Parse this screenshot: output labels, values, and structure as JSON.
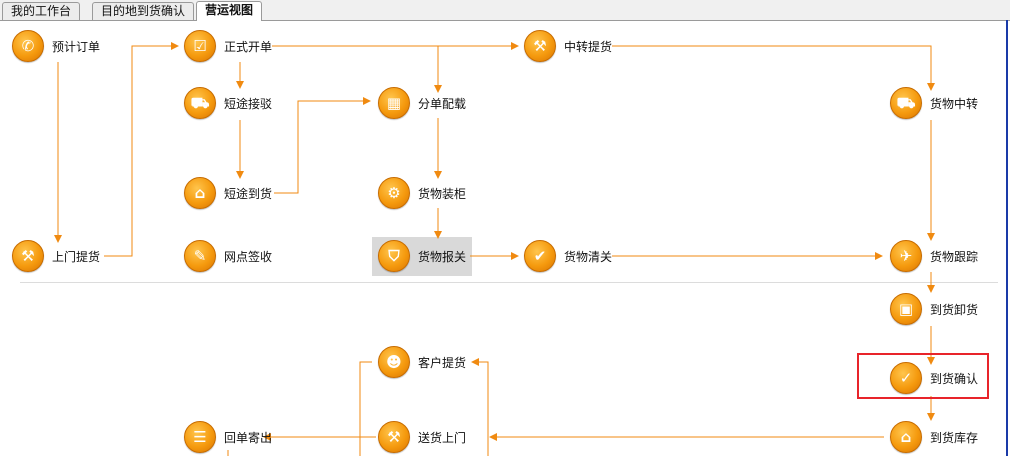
{
  "tabs": [
    {
      "label": "我的工作台"
    },
    {
      "label": "目的地到货确认"
    },
    {
      "label": "营运视图"
    }
  ],
  "active_tab": "营运视图",
  "flow": {
    "accent_color": "#f59a0e",
    "line_color": "#f08a10",
    "nodes": [
      {
        "id": "yuji",
        "label": "预计订单",
        "icon": "phone-icon"
      },
      {
        "id": "zhengshi",
        "label": "正式开单",
        "icon": "clipboard-check-icon"
      },
      {
        "id": "zhongzhuan_tihuo",
        "label": "中转提货",
        "icon": "porter-icon"
      },
      {
        "id": "duantu_jiebo",
        "label": "短途接驳",
        "icon": "truck-icon"
      },
      {
        "id": "fendan",
        "label": "分单配载",
        "icon": "conveyor-icon"
      },
      {
        "id": "huowu_zhongzhuan",
        "label": "货物中转",
        "icon": "delivery-icon"
      },
      {
        "id": "duantu_daohuo",
        "label": "短途到货",
        "icon": "warehouse-icon"
      },
      {
        "id": "zhuanggui",
        "label": "货物装柜",
        "icon": "forklift-icon"
      },
      {
        "id": "shangmen",
        "label": "上门提货",
        "icon": "porter-icon"
      },
      {
        "id": "wangdian",
        "label": "网点签收",
        "icon": "sign-document-icon"
      },
      {
        "id": "baoguan",
        "label": "货物报关",
        "icon": "shield-icon"
      },
      {
        "id": "qingguan",
        "label": "货物清关",
        "icon": "shield-check-icon"
      },
      {
        "id": "genzong",
        "label": "货物跟踪",
        "icon": "satellite-icon"
      },
      {
        "id": "xiehuo",
        "label": "到货卸货",
        "icon": "unload-box-icon"
      },
      {
        "id": "kehu_tihuo",
        "label": "客户提货",
        "icon": "user-icon"
      },
      {
        "id": "queren",
        "label": "到货确认",
        "icon": "box-check-icon"
      },
      {
        "id": "huidan",
        "label": "回单寄出",
        "icon": "document-send-icon"
      },
      {
        "id": "songhuo",
        "label": "送货上门",
        "icon": "porter-icon"
      },
      {
        "id": "kucun",
        "label": "到货库存",
        "icon": "warehouse-icon"
      }
    ]
  }
}
